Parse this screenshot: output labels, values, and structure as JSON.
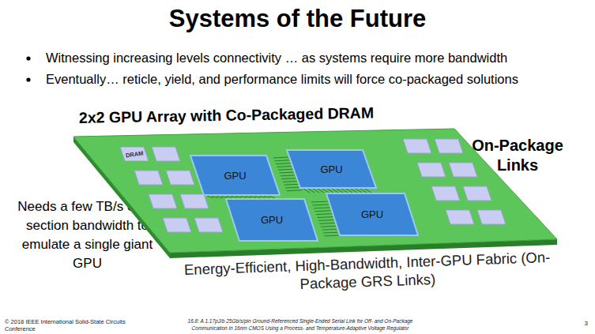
{
  "diagram": {
    "title": "Systems of the Future",
    "nodes": [
      {
        "text": [
          "2x2 GPU Array with Co-Packaged DRAM"
        ]
      },
      {
        "text": [
          "GPU"
        ],
        "in": 0
      },
      {
        "text": [
          "GPU"
        ],
        "in": 0
      },
      {
        "text": [
          "GPU"
        ],
        "in": 0
      },
      {
        "text": [
          "GPU"
        ],
        "in": 0
      },
      {
        "text": [
          "DRAM"
        ],
        "in": 0
      }
    ],
    "edges": [],
    "labels": [
      "Witnessing increasing levels connectivity … as systems require more bandwidth",
      "Eventually… reticle, yield, and performance limits will force co-packaged solutions",
      "On-Package Links",
      "Needs a few TB/s of bi-section bandwidth to emulate a single giant GPU",
      "Energy-Efficient, High-Bandwidth, Inter-GPU Fabric (On-Package GRS Links)",
      "© 2018 IEEE International Solid-State Circuits Conference",
      "16.8: A 1.17pJ/b 25Gb/s/pin Ground-Referenced Single-Ended Serial Link for Off- and On-Package Communication in 16nm CMOS Using a Process- and Temperature-Adaptive Voltage Regulator",
      "3"
    ]
  }
}
